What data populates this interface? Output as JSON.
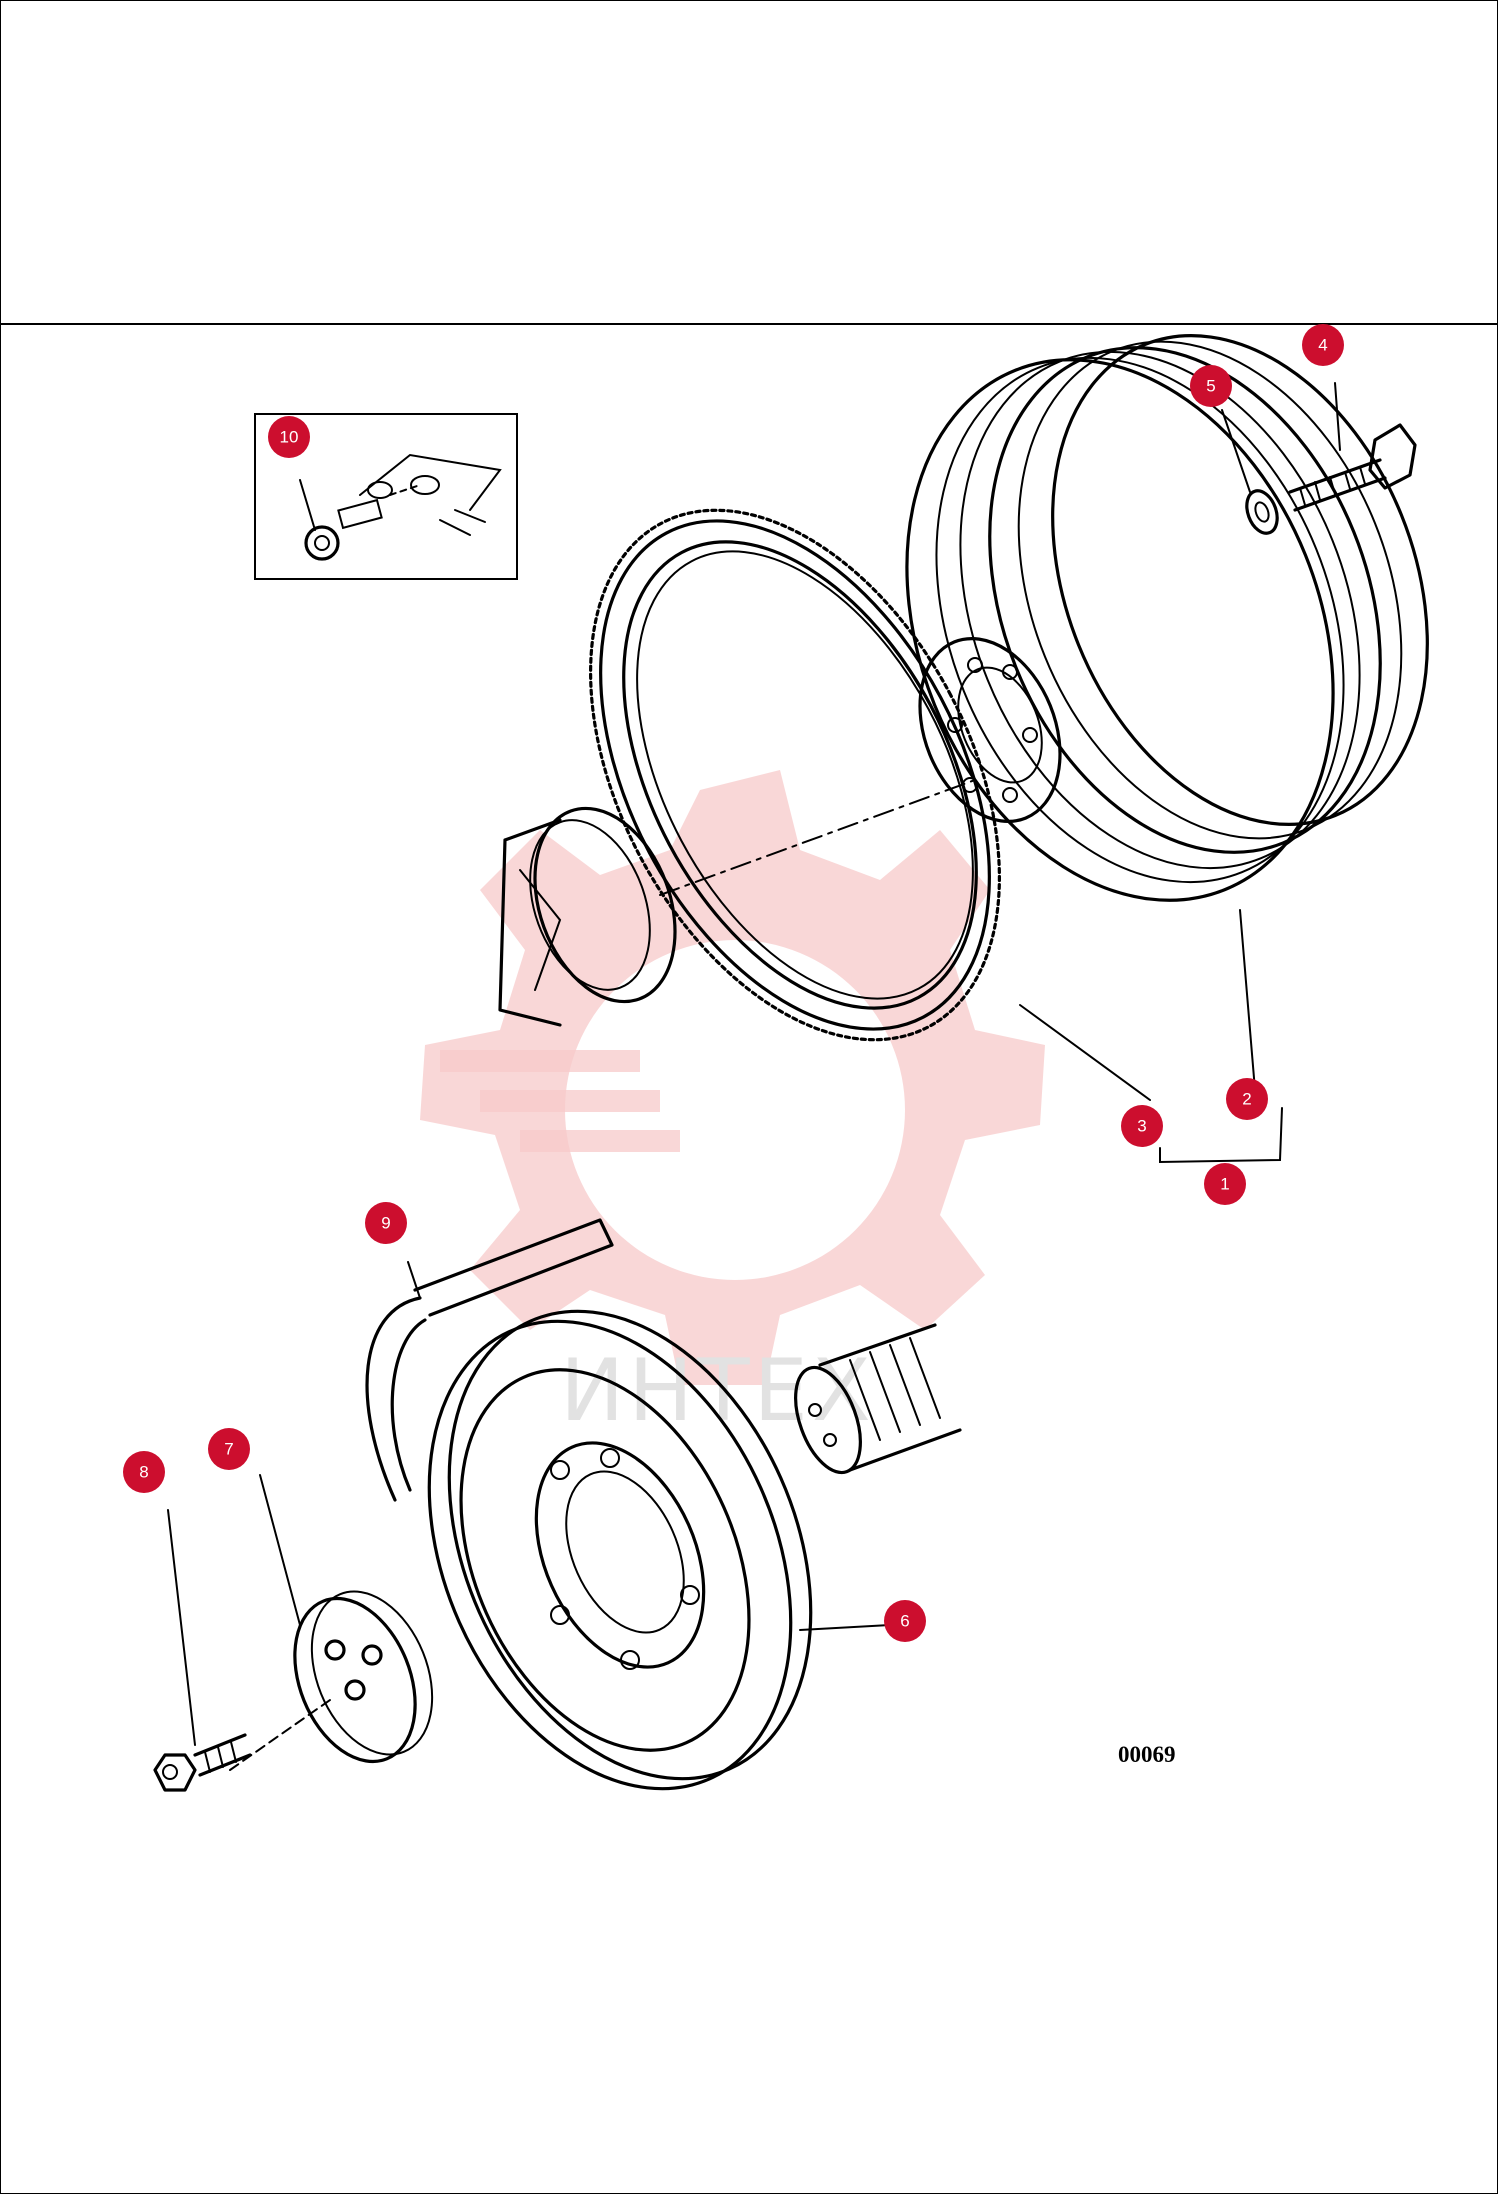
{
  "diagram": {
    "drawing_number": "00069",
    "watermark_text": "ИНТЕХ",
    "accent_color": "#cc0e2e",
    "callouts": [
      "1",
      "2",
      "3",
      "4",
      "5",
      "6",
      "7",
      "8",
      "9",
      "10"
    ]
  }
}
